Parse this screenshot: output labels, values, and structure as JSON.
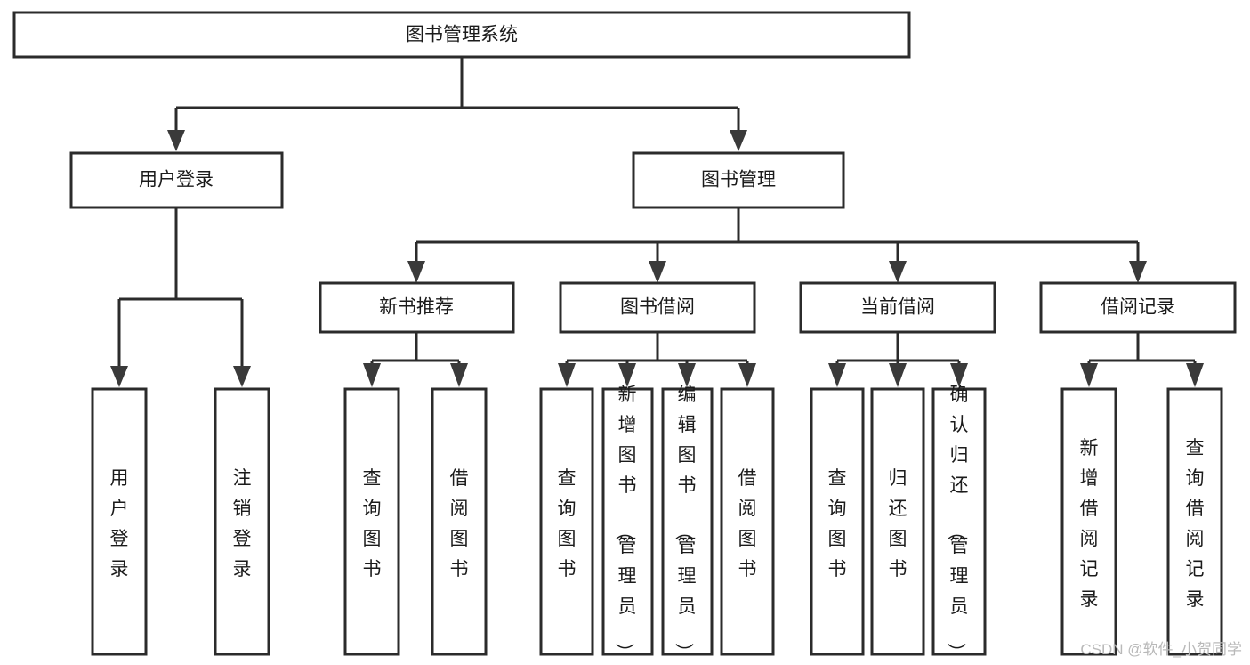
{
  "diagram": {
    "title": "图书管理系统",
    "type": "tree",
    "orientation": "top-down",
    "colors": {
      "background": "#ffffff",
      "box_fill": "#ffffff",
      "box_stroke": "#2b2b2b",
      "line": "#2b2b2b",
      "arrow": "#3a3a3a",
      "text": "#1b1b1b",
      "watermark": "#b9b9b9"
    },
    "root": {
      "label": "图书管理系统"
    },
    "level2": [
      {
        "label": "用户登录"
      },
      {
        "label": "图书管理"
      }
    ],
    "level3": [
      {
        "label": "新书推荐"
      },
      {
        "label": "图书借阅"
      },
      {
        "label": "当前借阅"
      },
      {
        "label": "借阅记录"
      }
    ],
    "leaves_user_login": [
      {
        "label": "用户登录"
      },
      {
        "label": "注销登录"
      }
    ],
    "leaves_new_book": [
      {
        "label": "查询图书"
      },
      {
        "label": "借阅图书"
      }
    ],
    "leaves_borrow": [
      {
        "label": "查询图书"
      },
      {
        "label": "新增图书（管理员）"
      },
      {
        "label": "编辑图书（管理员）"
      },
      {
        "label": "借阅图书"
      }
    ],
    "leaves_current": [
      {
        "label": "查询图书"
      },
      {
        "label": "归还图书"
      },
      {
        "label": "确认归还（管理员）"
      }
    ],
    "leaves_record": [
      {
        "label": "新增借阅记录"
      },
      {
        "label": "查询借阅记录"
      }
    ]
  },
  "watermark": {
    "text": "CSDN @软件_小贺同学"
  }
}
